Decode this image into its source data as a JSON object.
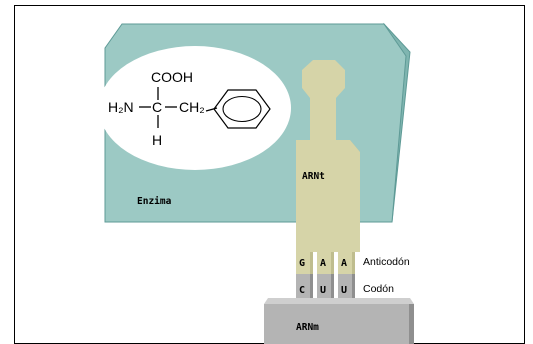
{
  "molecule": {
    "cooh": "COOH",
    "h2n": "H₂N",
    "c": "C",
    "ch2": "CH₂",
    "h": "H",
    "ring_icon": "benzene-ring-icon"
  },
  "labels": {
    "enzyme": "Enzima",
    "trna": "ARNt",
    "mrna": "ARNm",
    "anticodon": "Anticodón",
    "codon": "Codón"
  },
  "anticodon_bases": [
    "G",
    "A",
    "A"
  ],
  "codon_bases": [
    "C",
    "U",
    "U"
  ],
  "colors": {
    "enzyme_fill": "#9cc9c4",
    "enzyme_edge": "#7fb5b0",
    "enzyme_border": "#5e9a96",
    "trna_fill": "#d6d4a8",
    "trna_edge": "#bfbd8e",
    "mrna_fill": "#b4b4b4",
    "mrna_top": "#cfcfcf",
    "mrna_side": "#8f8f8f"
  }
}
